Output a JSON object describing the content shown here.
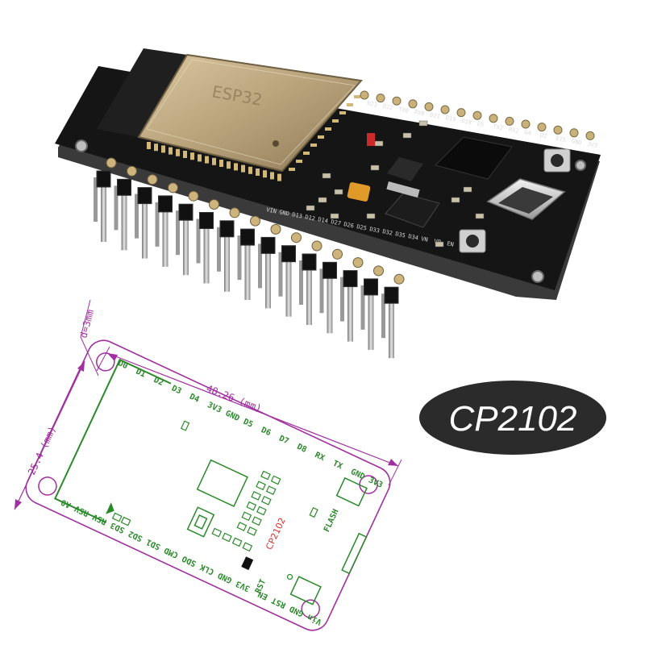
{
  "photo": {
    "module_label": "ESP32",
    "edge_labels": [
      "D23",
      "D22",
      "TX0",
      "RX0",
      "D21",
      "D19",
      "D18",
      "D5",
      "TX2",
      "RX2",
      "D4",
      "D2",
      "D15",
      "GND",
      "3V3"
    ],
    "bottom_labels": [
      "VIN",
      "GND",
      "D13",
      "D12",
      "D14",
      "D27",
      "D26",
      "D25",
      "D33",
      "D32",
      "D35",
      "D34",
      "VN",
      "VP",
      "EN"
    ]
  },
  "drawing": {
    "hole_label": "d=3mm",
    "width_label": "48.26 (mm)",
    "height_label": "25.4 (mm)",
    "top_pins": [
      "D0",
      "D1",
      "D2",
      "D3",
      "D4",
      "3V3",
      "GND",
      "D5",
      "D6",
      "D7",
      "D8",
      "RX",
      "TX",
      "GND",
      "3V3"
    ],
    "bottom_pins": [
      "A0",
      "RSV",
      "RSV",
      "SD3",
      "SD2",
      "SD1",
      "CMD",
      "SDO",
      "CLK",
      "GND",
      "3V3",
      "EN",
      "RST",
      "GND",
      "Vin"
    ],
    "chip_label": "CP2102",
    "flash_label": "FLASH",
    "rst_label": "RST"
  },
  "badge": {
    "text": "CP2102"
  },
  "colors": {
    "pcb": "#141414",
    "shield": "#c9b48a",
    "silk_green": "#2a8a2a",
    "dimension": "#a0309f",
    "badge_bg": "#2b2b2b"
  }
}
